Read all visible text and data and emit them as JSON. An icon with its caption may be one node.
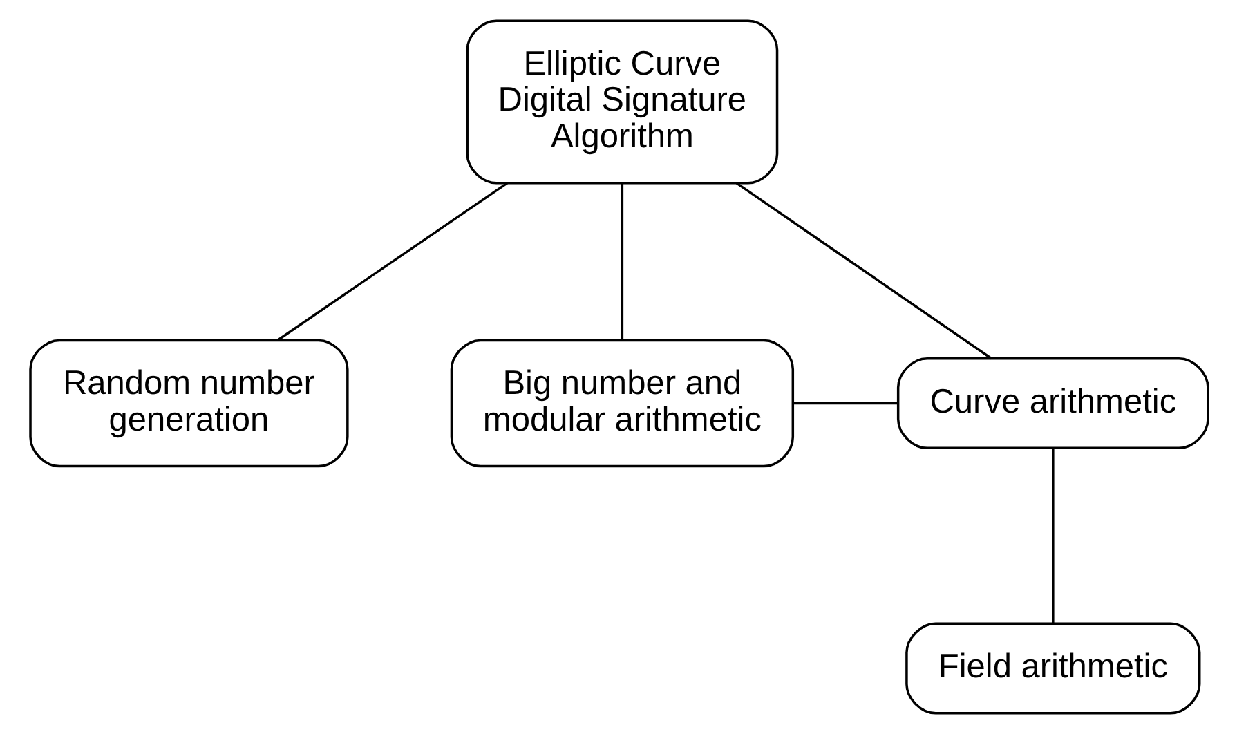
{
  "diagram": {
    "nodes": [
      {
        "text": [
          "Elliptic Curve Digital Signature Algorithm"
        ]
      },
      {
        "text": [
          "Random number generation"
        ]
      },
      {
        "text": [
          "Big number and modular arithmetic"
        ]
      },
      {
        "text": [
          "Curve arithmetic"
        ]
      },
      {
        "text": [
          "Field arithmetic"
        ]
      }
    ],
    "edges": [
      {
        "from": 0,
        "to": 1,
        "arrow": "none"
      },
      {
        "from": 0,
        "to": 2,
        "arrow": "none"
      },
      {
        "from": 0,
        "to": 3,
        "arrow": "none"
      },
      {
        "from": 2,
        "to": 3,
        "arrow": "none"
      },
      {
        "from": 3,
        "to": 4,
        "arrow": "none"
      }
    ]
  }
}
